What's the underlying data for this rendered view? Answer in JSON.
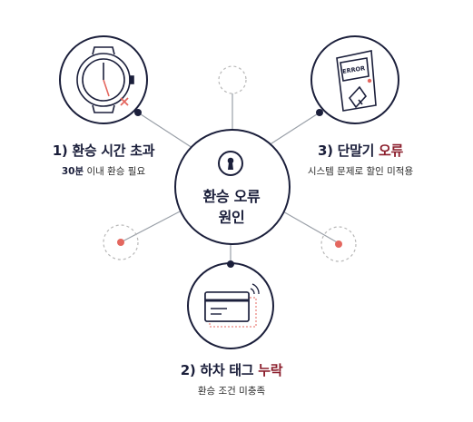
{
  "center": {
    "line1": "환승 오류",
    "line2": "원인"
  },
  "causes": [
    {
      "title_main": "1) 환승 시간 초과",
      "title_highlight": "",
      "subtitle_bold": "30분",
      "subtitle_rest": " 이내 환승 필요"
    },
    {
      "title_main": "3) 단말기 ",
      "title_highlight": "오류",
      "subtitle_bold": "",
      "subtitle_rest": "시스템 문제로 할인 미적용"
    },
    {
      "title_main": "2) 하차 태그 ",
      "title_highlight": "누락",
      "subtitle_bold": "",
      "subtitle_rest": "환승 조건 미충족"
    }
  ],
  "kiosk_screen_text": "ERROR",
  "colors": {
    "navy": "#1b1f3b",
    "accent": "#e4675f",
    "highlight": "#8b1e2c",
    "line": "#9aa0a8",
    "dashed": "#b8b8b8"
  },
  "icons": [
    "keyhole-icon",
    "watch-icon",
    "kiosk-icon",
    "card-icon"
  ]
}
